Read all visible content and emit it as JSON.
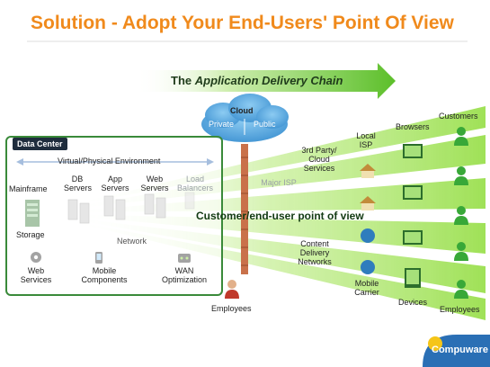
{
  "title": "Solution - Adopt Your End-Users' Point Of View",
  "chain": {
    "prefix": "The ",
    "italic": "Application Delivery Chain"
  },
  "cloud": {
    "title": "Cloud",
    "private": "Private",
    "public": "Public"
  },
  "data_center": {
    "title": "Data Center",
    "environment": "Virtual/Physical  Environment",
    "mainframe": "Mainframe",
    "db_servers": "DB Servers",
    "app_servers": "App Servers",
    "web_servers": "Web Servers",
    "load_balancers": "Load Balancers",
    "storage": "Storage",
    "network": "Network",
    "web_services": "Web Services",
    "mobile_components": "Mobile Components",
    "wan_optimization": "WAN Optimization"
  },
  "middle": {
    "third_party": "3rd Party/ Cloud Services",
    "local_isp": "Local ISP",
    "major_isp": "Major ISP",
    "content_delivery": "Content Delivery Networks",
    "mobile_carrier": "Mobile Carrier",
    "employees_left": "Employees"
  },
  "right": {
    "customers": "Customers",
    "browsers": "Browsers",
    "devices": "Devices",
    "employees_right": "Employees"
  },
  "customer_view": "Customer/end-user point of view",
  "logo": "Compuware",
  "colors": {
    "title": "#f08a1c",
    "beam": "#8fdc3a",
    "arrow": "#5cbf2a",
    "cloud": "#4a9fd6"
  },
  "icons": [
    "person-icon",
    "house-icon",
    "globe-icon",
    "monitor-icon",
    "phone-icon",
    "server-icon",
    "gear-icon",
    "router-icon",
    "building-icon"
  ]
}
